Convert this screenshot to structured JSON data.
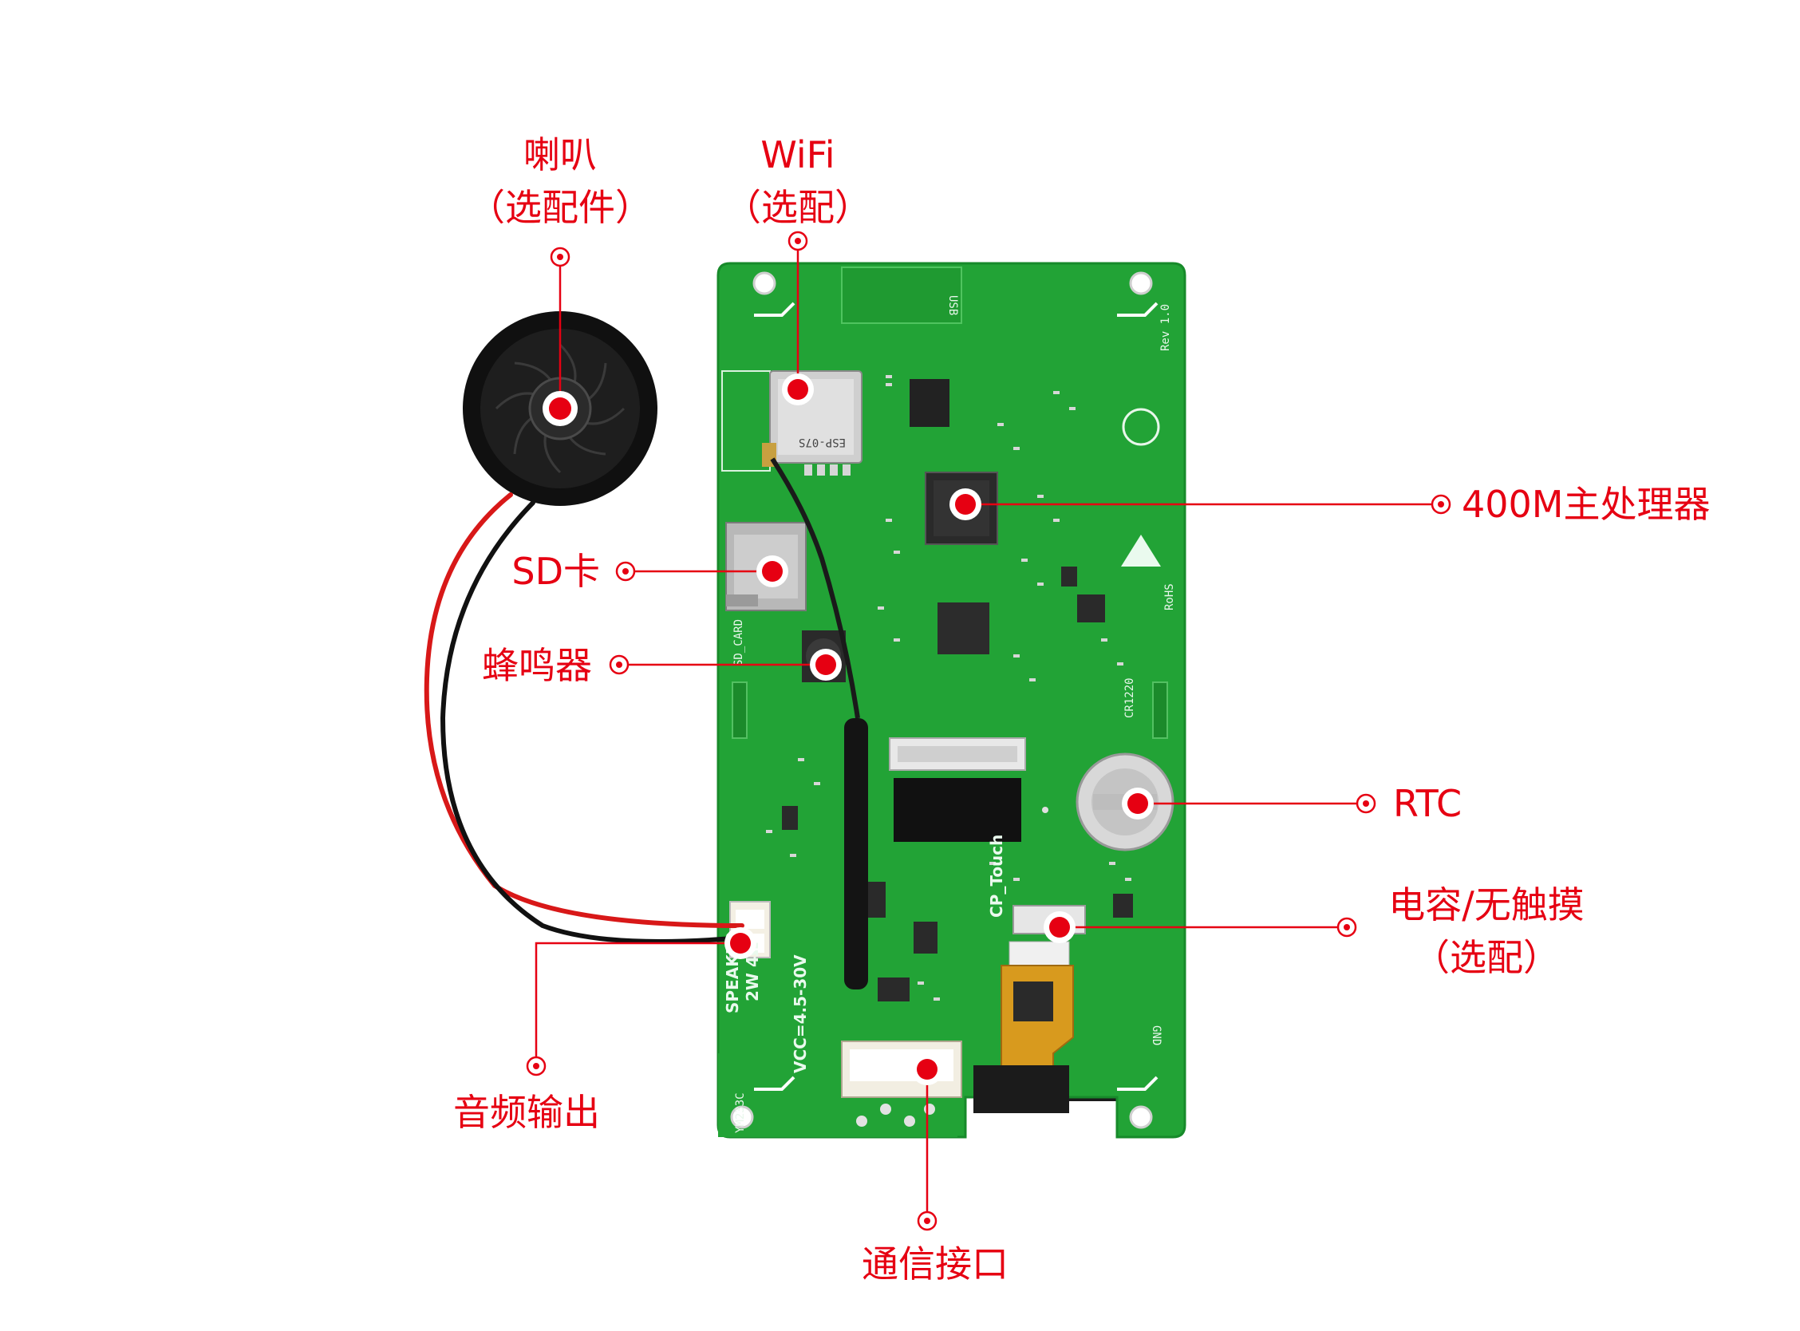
{
  "colors": {
    "accent": "#e60012",
    "pcb": "#22a336",
    "pcb_dark": "#178a2a",
    "cable_red": "#d81818",
    "cable_black": "#111111"
  },
  "labels": {
    "speaker": [
      "喇叭",
      "（选配件）"
    ],
    "wifi": [
      "WiFi",
      "（选配）"
    ],
    "cpu": [
      "400M主处理器"
    ],
    "sd": [
      "SD卡"
    ],
    "buzzer": [
      "蜂鸣器"
    ],
    "rtc": [
      "RTC"
    ],
    "touch": [
      "电容/无触摸",
      "（选配）"
    ],
    "audio": [
      "音频输出"
    ],
    "comm": [
      "通信接口"
    ]
  },
  "board_silk": {
    "usb": "USB",
    "rev": "Rev 1.0",
    "rohs": "RoHS",
    "sd_card": "SD_CARD",
    "battery": "CR1220",
    "cp_touch": "CP_Touch",
    "speaker": "SPEAKER",
    "speaker_spec": "2W 4Ω",
    "vcc": "VCC=4.5-30V",
    "gnd": "GND",
    "wifi_module": "ESP-07S",
    "serial": "YM233C"
  }
}
